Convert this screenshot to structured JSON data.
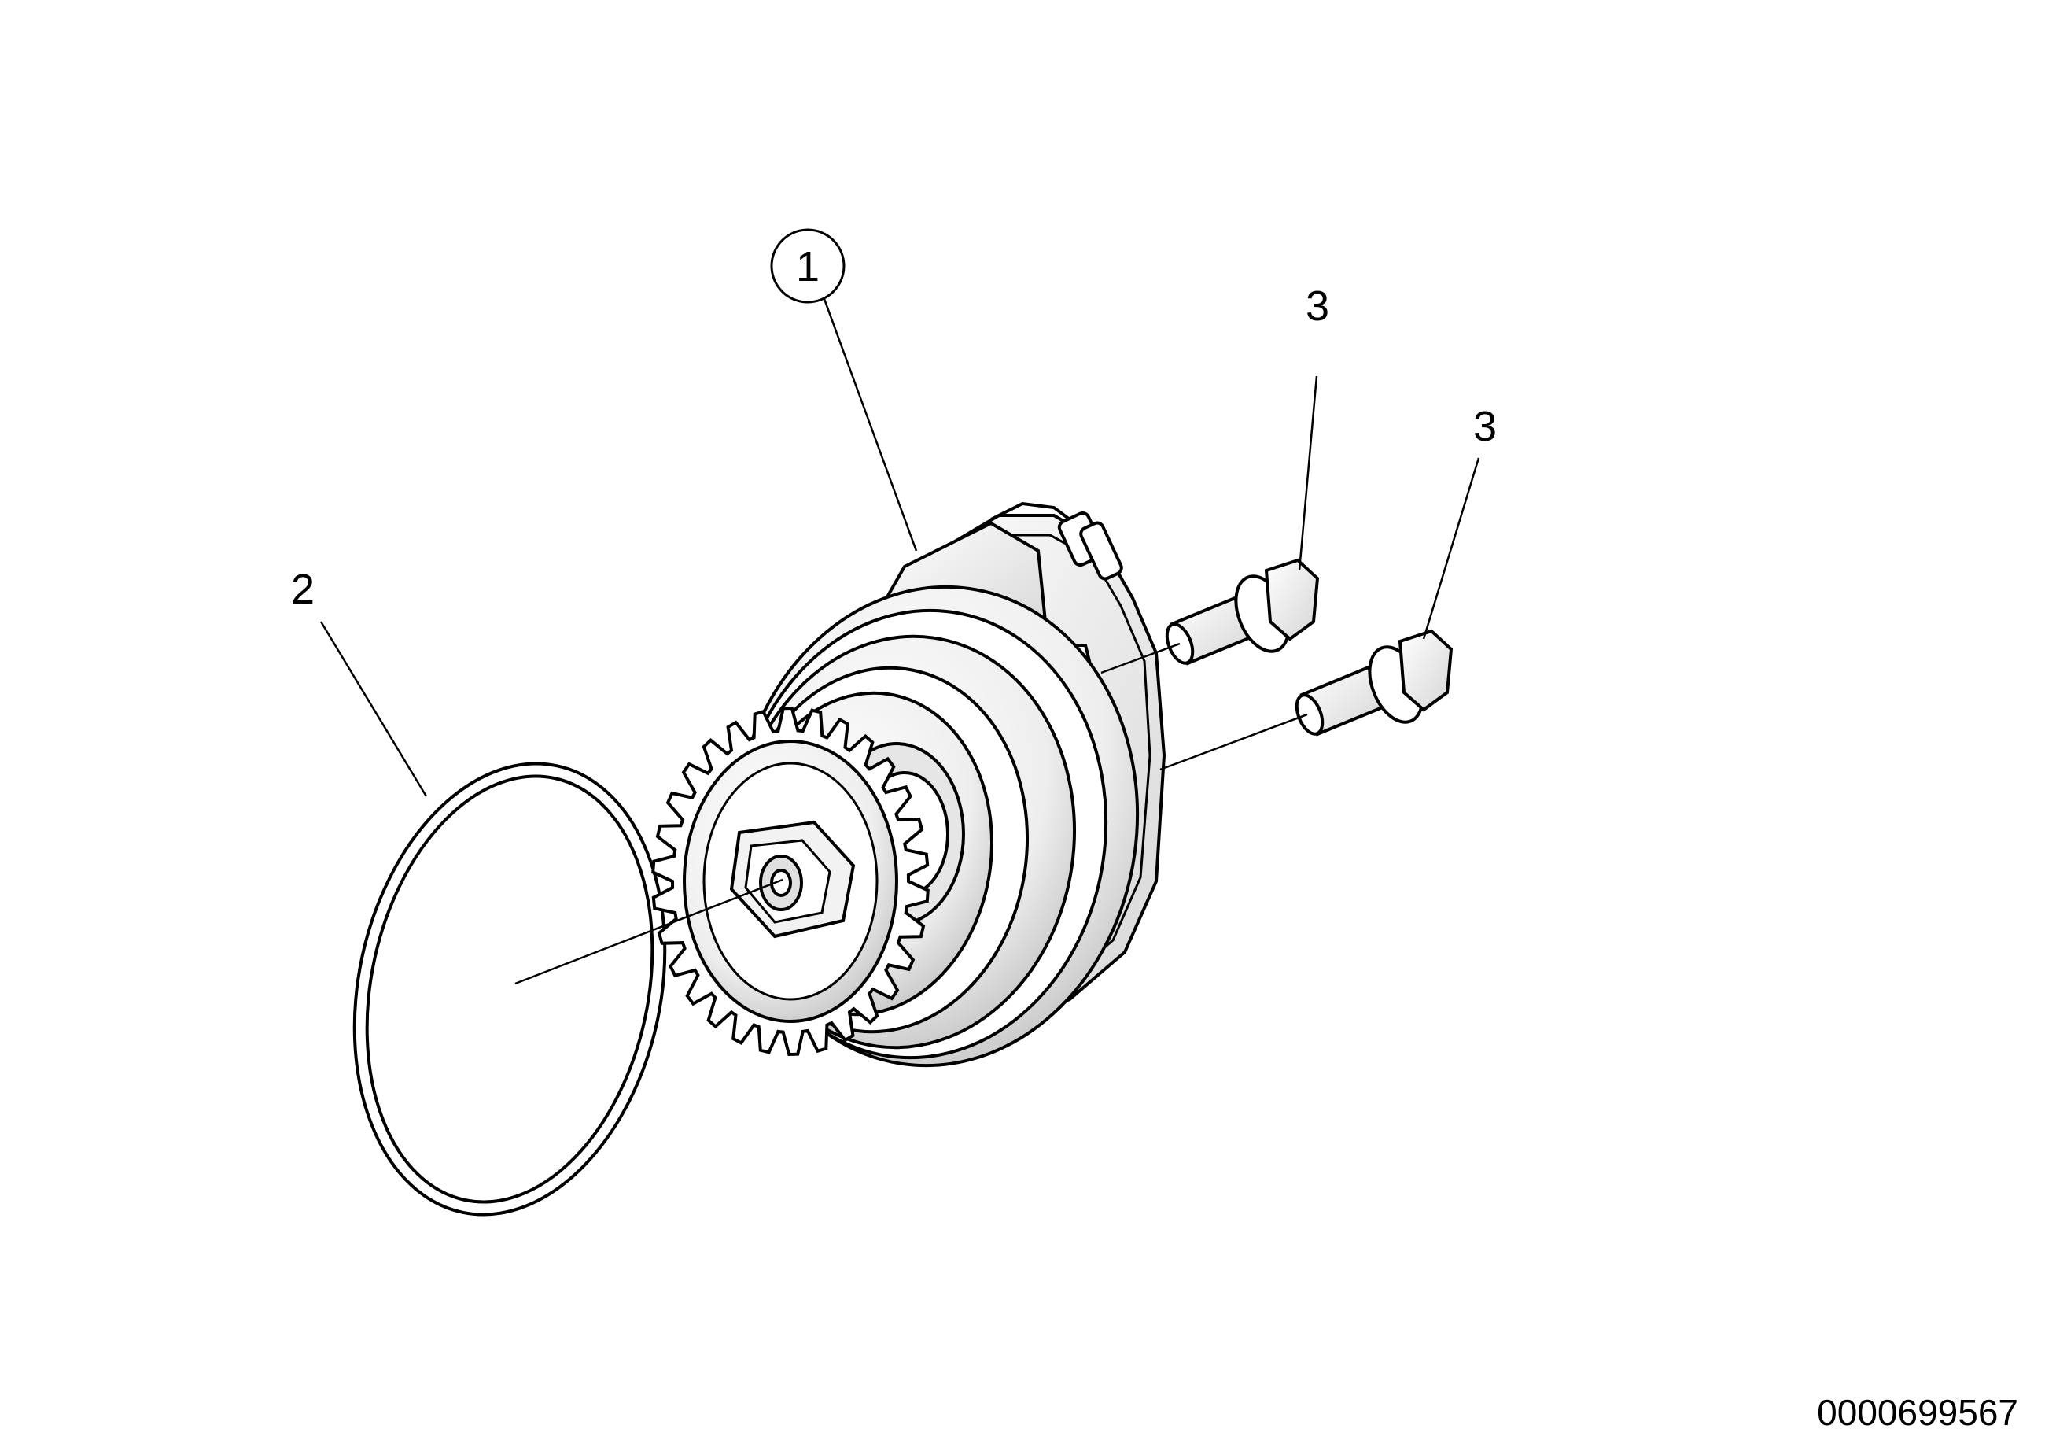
{
  "diagram": {
    "callouts": [
      {
        "id": "c1",
        "label": "1"
      },
      {
        "id": "c2",
        "label": "2"
      },
      {
        "id": "c3a",
        "label": "3"
      },
      {
        "id": "c3b",
        "label": "3"
      }
    ],
    "document_number": "0000699567"
  },
  "colors": {
    "line": "#000000",
    "part_fill": "#ffffff",
    "shade": "#d9d9d9"
  }
}
